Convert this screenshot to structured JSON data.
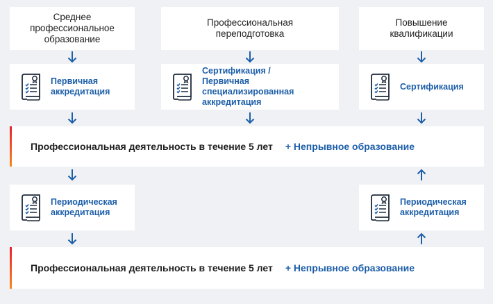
{
  "columns": [
    {
      "top_lines": [
        "Среднее",
        "профессиональное",
        "образование"
      ],
      "cert_lines": [
        "Первичная",
        "аккредитация"
      ]
    },
    {
      "top_lines": [
        "Профессиональная",
        "переподготовка"
      ],
      "cert_lines": [
        "Сертификация /",
        "Первичная специализированная",
        "аккредитация"
      ]
    },
    {
      "top_lines": [
        "Повышение",
        "квалификации"
      ],
      "cert_lines": [
        "Сертификация"
      ]
    }
  ],
  "prof_rows": [
    {
      "main": "Профессиональная деятельность в течение 5 лет",
      "plus": "+ Непрывное образование"
    },
    {
      "main": "Профессиональная деятельность в течение 5 лет",
      "plus": "+ Непрывное образование"
    }
  ],
  "periodic": {
    "left_lines": [
      "Периодическая",
      "аккредитация"
    ],
    "right_lines": [
      "Периодическая",
      "аккредитация"
    ]
  },
  "colors": {
    "arrow": "#1c5ea8",
    "accent_top": "#e8202d",
    "accent_bottom": "#f58a1f",
    "label_blue": "#1c5ea8"
  },
  "icons": {
    "certificate": "certificate-icon",
    "arrow_down": "arrow-down-icon",
    "arrow_up": "arrow-up-icon"
  }
}
